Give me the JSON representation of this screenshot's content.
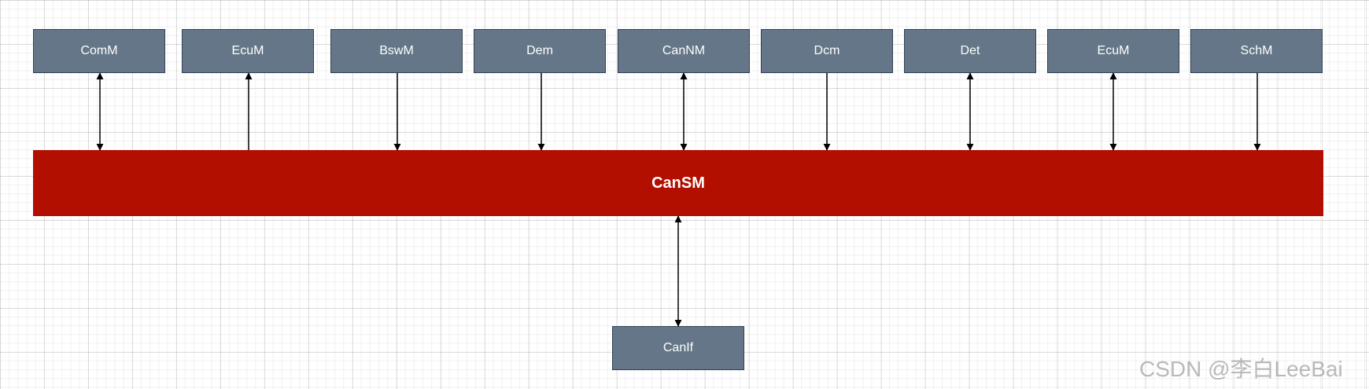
{
  "modules": [
    {
      "label": "ComM",
      "link": "bidirectional"
    },
    {
      "label": "EcuM",
      "link": "to-module"
    },
    {
      "label": "BswM",
      "link": "to-cansm"
    },
    {
      "label": "Dem",
      "link": "to-cansm"
    },
    {
      "label": "CanNM",
      "link": "bidirectional"
    },
    {
      "label": "Dcm",
      "link": "to-cansm"
    },
    {
      "label": "Det",
      "link": "bidirectional"
    },
    {
      "label": "EcuM",
      "link": "bidirectional"
    },
    {
      "label": "SchM",
      "link": "to-cansm"
    }
  ],
  "central": {
    "label": "CanSM"
  },
  "lower": {
    "label": "CanIf",
    "link": "bidirectional"
  },
  "colors": {
    "module_fill": "#647687",
    "module_border": "#314354",
    "central_fill": "#b20f00",
    "arrow": "#000000"
  },
  "watermark": "CSDN @李白LeeBai"
}
